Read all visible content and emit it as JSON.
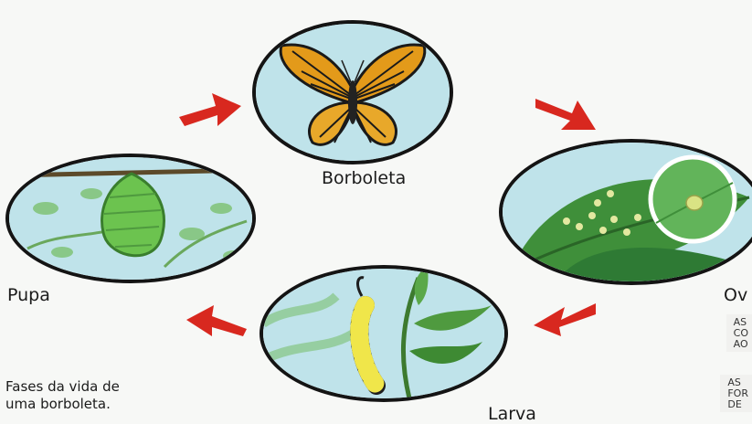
{
  "stages": [
    {
      "id": "butterfly",
      "label": "Borboleta"
    },
    {
      "id": "egg",
      "label": "Ov"
    },
    {
      "id": "larva",
      "label": "Larva"
    },
    {
      "id": "pupa",
      "label": "Pupa"
    }
  ],
  "caption": {
    "line1": "Fases da vida de",
    "line2": "uma borboleta."
  },
  "side_notes": [
    {
      "lines": [
        "AS",
        "CO",
        "AO"
      ]
    },
    {
      "lines": [
        "AS",
        "FOR",
        "DE"
      ]
    }
  ],
  "colors": {
    "oval_border": "#141414",
    "sky_fill": "#bfe3ea",
    "arrow_red": "#d8281f",
    "leaf_green": "#3f8f3a",
    "butterfly_orange": "#e39a1a"
  }
}
